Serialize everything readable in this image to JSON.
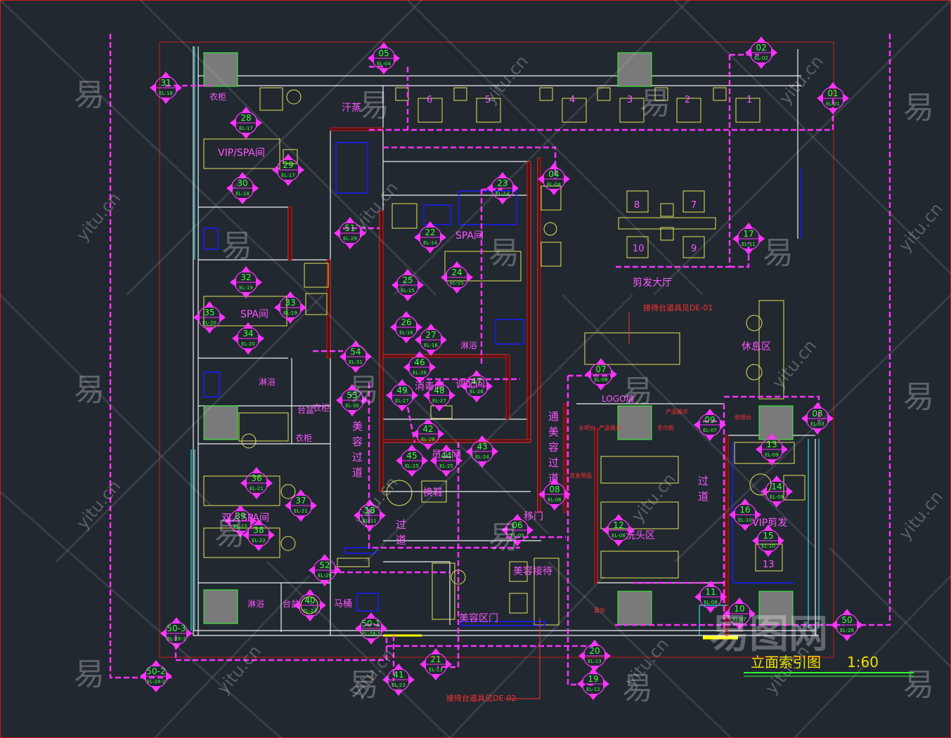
{
  "drawing": {
    "title": "立面索引图",
    "scale": "1:60"
  },
  "colors": {
    "background": "#212830",
    "wall": "#f0f0f0",
    "furniture": "#e5e559",
    "index_line": "#ff33ff",
    "marker_text": "#40ff40",
    "room_label": "#ff55ff",
    "border": "#d01818",
    "blue": "#1010ff",
    "cyan": "#33e0e0",
    "column": "#7a7a7a",
    "title": "#f0e000"
  },
  "rooms": {
    "vip_spa": "VIP/SPA间",
    "spa_left": "SPA间",
    "spa_right": "SPA间",
    "double_spa": "双人SPA间",
    "sauna": "汗蒸",
    "shower1": "淋浴",
    "shower2": "淋浴",
    "shower3": "淋浴",
    "table1": "台盆",
    "table2": "台盆",
    "wardrobe1": "衣柜",
    "wardrobe2": "衣柜",
    "toilet": "马桶",
    "beauty_corridor": "美容过道",
    "disinfect": "消毒间",
    "mix": "调配间",
    "staff": "员工间",
    "change": "换鞋",
    "passage1": "过道",
    "passage2": "过道",
    "passage3": "通美容过道",
    "slide_door": "移门",
    "hair_hall": "剪发大厅",
    "rest": "休息区",
    "wash": "洗头区",
    "vip_cut": "VIP剪发",
    "beauty_reception": "美容接待",
    "beauty_door": "美容区门",
    "logo_wall": "LOGO墙",
    "reception_note1": "接待台道具见DE-01",
    "reception_note2": "接待台道具见DE-02",
    "washbed_note": "洗发用品",
    "small_labels": {
      "water": "水吧台",
      "products": "产品展示",
      "towel": "毛巾柜",
      "cabinet": "收银台",
      "product2": "产品展示",
      "disp": "展示"
    }
  },
  "seats": [
    "6",
    "5",
    "4",
    "3",
    "2",
    "1",
    "8",
    "7",
    "10",
    "9",
    "13"
  ],
  "markers": [
    {
      "num": "31",
      "ref": "EL-18"
    },
    {
      "num": "05",
      "ref": "EL-04"
    },
    {
      "num": "02",
      "ref": "EL-02"
    },
    {
      "num": "01",
      "ref": "EL-01"
    },
    {
      "num": "28",
      "ref": "EL-17"
    },
    {
      "num": "29",
      "ref": "EL-17"
    },
    {
      "num": "30",
      "ref": "EL-18"
    },
    {
      "num": "23",
      "ref": "EL-14"
    },
    {
      "num": "04",
      "ref": "EL-04"
    },
    {
      "num": "51",
      "ref": "EL-29"
    },
    {
      "num": "22",
      "ref": "EL-14"
    },
    {
      "num": "17",
      "ref": "EL-11"
    },
    {
      "num": "32",
      "ref": "EL-19"
    },
    {
      "num": "25",
      "ref": "EL-15"
    },
    {
      "num": "24",
      "ref": "EL-15"
    },
    {
      "num": "35",
      "ref": "EL-20"
    },
    {
      "num": "33",
      "ref": "EL-19"
    },
    {
      "num": "34",
      "ref": "EL-20"
    },
    {
      "num": "26",
      "ref": "EL-16"
    },
    {
      "num": "27",
      "ref": "EL-16"
    },
    {
      "num": "54",
      "ref": "EL-31"
    },
    {
      "num": "46",
      "ref": "EL-26"
    },
    {
      "num": "07",
      "ref": "EL-06"
    },
    {
      "num": "49",
      "ref": "EL-27"
    },
    {
      "num": "48",
      "ref": "EL-27"
    },
    {
      "num": "47",
      "ref": "EL-26"
    },
    {
      "num": "53",
      "ref": "EL-30"
    },
    {
      "num": "03",
      "ref": "EL-03"
    },
    {
      "num": "09",
      "ref": "EL-07"
    },
    {
      "num": "42",
      "ref": "EL-28"
    },
    {
      "num": "13",
      "ref": "EL-09"
    },
    {
      "num": "36",
      "ref": "EL-21"
    },
    {
      "num": "45",
      "ref": "EL-25"
    },
    {
      "num": "44",
      "ref": "EL-25"
    },
    {
      "num": "43",
      "ref": "EL-24"
    },
    {
      "num": "14",
      "ref": "EL-09"
    },
    {
      "num": "37",
      "ref": "EL-21"
    },
    {
      "num": "08",
      "ref": "EL-06"
    },
    {
      "num": "16",
      "ref": "EL-10"
    },
    {
      "num": "39",
      "ref": "EL-22"
    },
    {
      "num": "38",
      "ref": "EL-22"
    },
    {
      "num": "18",
      "ref": "EL-11"
    },
    {
      "num": "06",
      "ref": "EL-05"
    },
    {
      "num": "12",
      "ref": "EL-08"
    },
    {
      "num": "15",
      "ref": "EL-10"
    },
    {
      "num": "52",
      "ref": "EL-29"
    },
    {
      "num": "40",
      "ref": "EL-23"
    },
    {
      "num": "11",
      "ref": "EL-08"
    },
    {
      "num": "10",
      "ref": "EL-07"
    },
    {
      "num": "50-3",
      "ref": "EL-28-3"
    },
    {
      "num": "50-1",
      "ref": "EL-28-1"
    },
    {
      "num": "50",
      "ref": "EL-28"
    },
    {
      "num": "20",
      "ref": "EL-13"
    },
    {
      "num": "21",
      "ref": "EL-13"
    },
    {
      "num": "19",
      "ref": "EL-12"
    },
    {
      "num": "41",
      "ref": "EL-23"
    },
    {
      "num": "50-2",
      "ref": "EL-28-2"
    }
  ],
  "watermarks": {
    "glyph": "易",
    "domain": "yitu.cn",
    "logo": "易图网"
  }
}
